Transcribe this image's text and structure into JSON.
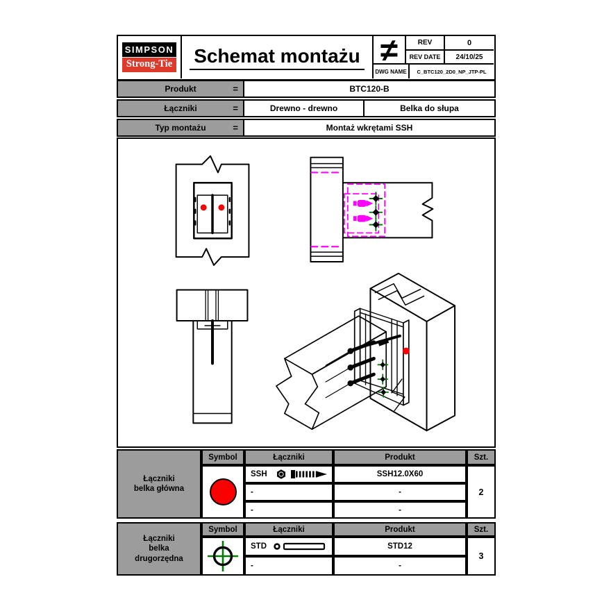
{
  "header": {
    "logo_line1": "SIMPSON",
    "logo_line2": "Strong-Tie",
    "title": "Schemat montażu",
    "neq_symbol": "≠",
    "rev_label": "REV",
    "rev_value": "0",
    "rev_date_label": "REV DATE",
    "rev_date_value": "24/10/25",
    "dwg_label": "DWG NAME",
    "dwg_value": "C_BTC120_2D0_NP_JTP-PL"
  },
  "info": {
    "rows": [
      {
        "label": "Produkt",
        "eq": "=",
        "value": "BTC120-B"
      },
      {
        "label": "Łączniki",
        "eq": "=",
        "value1": "Drewno - drewno",
        "value2": "Belka do słupa"
      },
      {
        "label": "Typ montażu",
        "eq": "=",
        "value": "Montaż wkrętami SSH"
      }
    ]
  },
  "drawings": {
    "views": [
      "front-view",
      "side-view",
      "plan-view",
      "isometric-view"
    ],
    "marker_icons": [
      "red-dot-icon",
      "green-star-icon",
      "magenta-screw-icon"
    ]
  },
  "tables": {
    "main": {
      "group": "Łączniki\nbelka główna",
      "h_symbol": "Symbol",
      "h_laczniki": "Łączniki",
      "h_produkt": "Produkt",
      "h_szt": "Szt.",
      "symbol_icon": "red-circle-icon",
      "rows": [
        {
          "code": "SSH",
          "icon": "ssh-screw-icon",
          "produkt": "SSH12.0X60"
        },
        {
          "code": "-",
          "produkt": "-"
        },
        {
          "code": "-",
          "produkt": "-"
        }
      ],
      "qty": "2"
    },
    "secondary": {
      "group": "Łączniki\nbelka\ndrugorzędna",
      "h_symbol": "Symbol",
      "h_laczniki": "Łączniki",
      "h_produkt": "Produkt",
      "h_szt": "Szt.",
      "symbol_icon": "green-crosshair-icon",
      "rows": [
        {
          "code": "STD",
          "icon": "std-dowel-icon",
          "produkt": "STD12"
        },
        {
          "code": "-",
          "produkt": "-"
        }
      ],
      "qty": "3"
    }
  },
  "colors": {
    "brand_red": "#de3a2c",
    "marker_red": "#fa0000",
    "magenta": "#ff00ff",
    "green": "#007d00",
    "header_gray": "#9c9c9c"
  }
}
